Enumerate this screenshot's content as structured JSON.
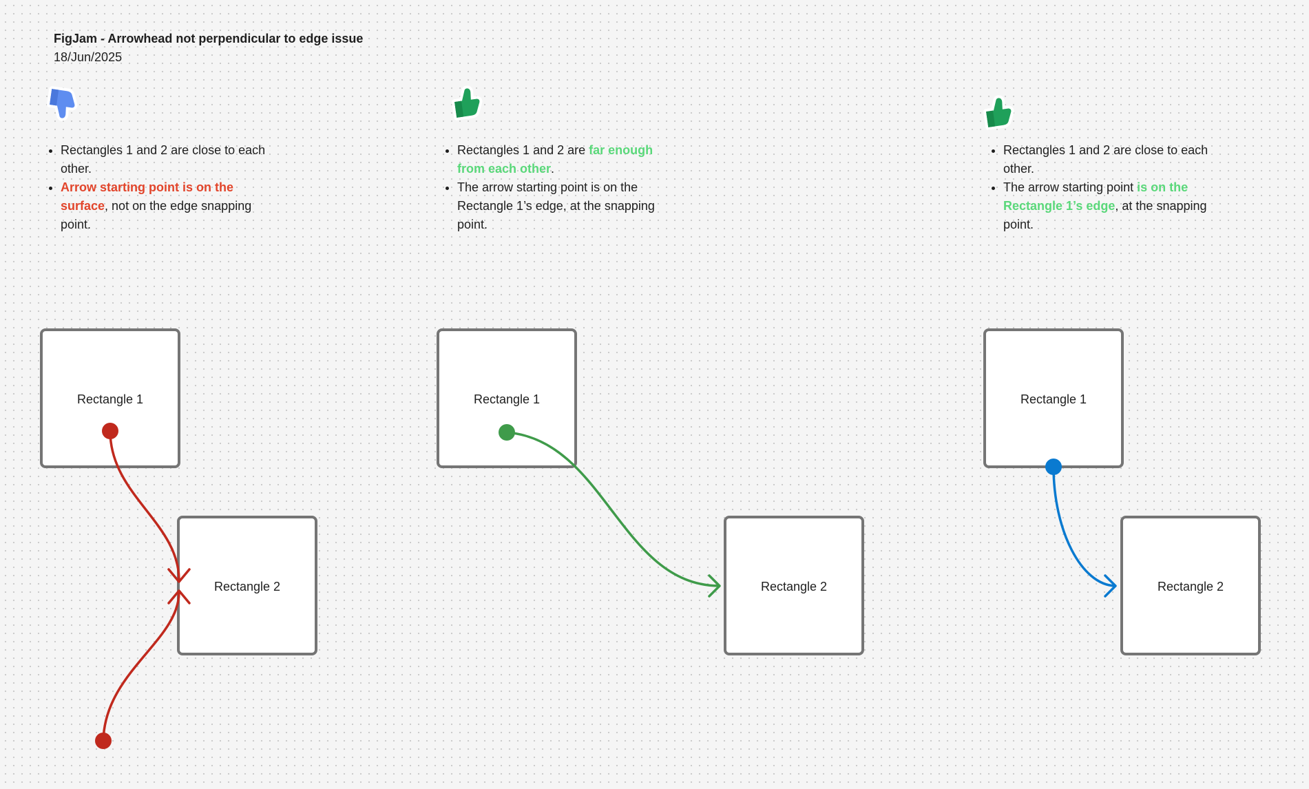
{
  "board": {
    "title": "FigJam - Arrowhead not perpendicular to edge issue",
    "date": "18/Jun/2025"
  },
  "colors": {
    "red": "#c0291d",
    "green": "#3f9b4a",
    "blue": "#0a7ad0",
    "highlight_red": "#e2452b",
    "highlight_green": "#5ad87a",
    "rect_stroke": "#757575"
  },
  "panels": [
    {
      "sticker": "thumbs-down-icon",
      "bullets": [
        [
          {
            "text": "Rectangles 1 and 2 are close to each other."
          }
        ],
        [
          {
            "text": "Arrow starting point is on the surface",
            "hl": "red"
          },
          {
            "text": ", not on the edge snapping point."
          }
        ]
      ],
      "rect1_label": "Rectangle 1",
      "rect2_label": "Rectangle 2"
    },
    {
      "sticker": "thumbs-up-icon",
      "bullets": [
        [
          {
            "text": "Rectangles 1 and 2 are "
          },
          {
            "text": "far enough from each other",
            "hl": "green"
          },
          {
            "text": "."
          }
        ],
        [
          {
            "text": "The arrow starting point is on the Rectangle 1’s edge, at the snapping point."
          }
        ]
      ],
      "rect1_label": "Rectangle 1",
      "rect2_label": "Rectangle 2"
    },
    {
      "sticker": "thumbs-up-icon",
      "bullets": [
        [
          {
            "text": "Rectangles 1 and 2 are close to each other."
          }
        ],
        [
          {
            "text": "The arrow starting point "
          },
          {
            "text": "is on the Rectangle 1’s edge",
            "hl": "green"
          },
          {
            "text": ", at the snapping point."
          }
        ]
      ],
      "rect1_label": "Rectangle 1",
      "rect2_label": "Rectangle 2"
    }
  ]
}
